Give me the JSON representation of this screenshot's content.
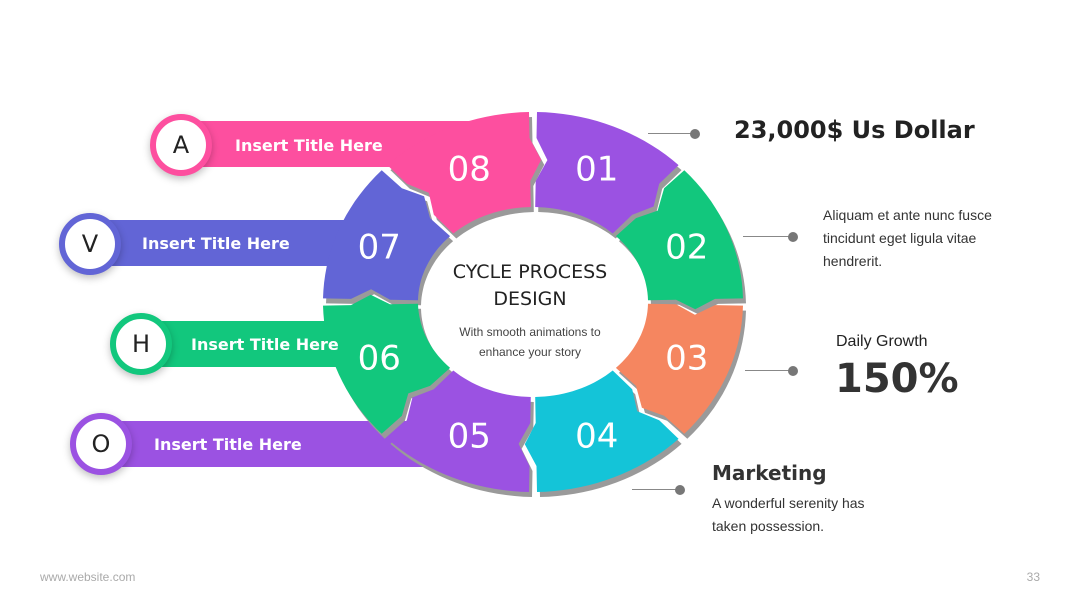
{
  "labels": [
    {
      "letter": "A",
      "title": "Insert Title Here",
      "color": "#fd4f9f"
    },
    {
      "letter": "V",
      "title": "Insert Title Here",
      "color": "#6265d6"
    },
    {
      "letter": "H",
      "title": "Insert Title Here",
      "color": "#12c77d"
    },
    {
      "letter": "O",
      "title": "Insert Title Here",
      "color": "#9b52e2"
    }
  ],
  "segments": [
    {
      "number": "01",
      "color": "#9b52e2"
    },
    {
      "number": "02",
      "color": "#12c77d"
    },
    {
      "number": "03",
      "color": "#f58660"
    },
    {
      "number": "04",
      "color": "#14c4d8"
    },
    {
      "number": "05",
      "color": "#9b52e2"
    },
    {
      "number": "06",
      "color": "#12c77d"
    },
    {
      "number": "07",
      "color": "#6265d6"
    },
    {
      "number": "08",
      "color": "#fd4f9f"
    }
  ],
  "center": {
    "title_line1": "CYCLE PROCESS",
    "title_line2": "DESIGN",
    "subtitle": "With smooth animations to enhance your story"
  },
  "stats": {
    "dollar_title": "23,000$ Us Dollar",
    "description": "Aliquam et ante nunc fusce tincidunt eget ligula vitae hendrerit.",
    "growth_label": "Daily Growth",
    "growth_value": "150%",
    "marketing_title": "Marketing",
    "marketing_text": "A wonderful serenity has taken possession."
  },
  "footer": {
    "website": "www.website.com",
    "page_number": "33"
  }
}
